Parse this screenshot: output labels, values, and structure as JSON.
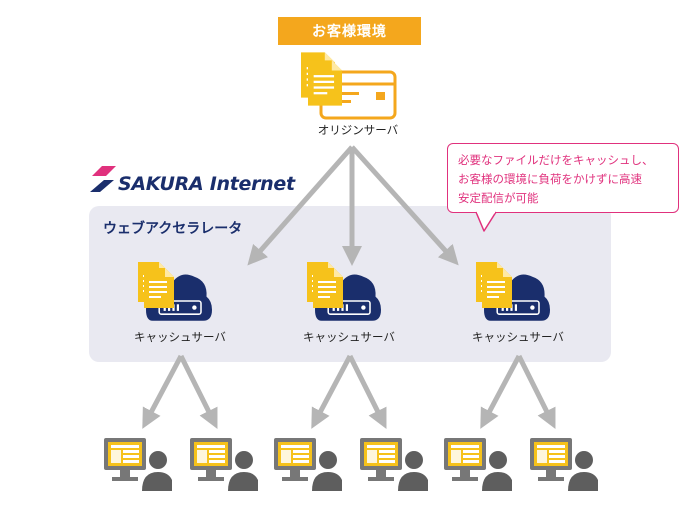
{
  "environment_label": "お客様環境",
  "origin_server_label": "オリジンサーバ",
  "logo": {
    "text": "SAKURA Internet"
  },
  "web_accelerator_label": "ウェブアクセラレータ",
  "cache_servers": [
    {
      "label": "キャッシュサーバ"
    },
    {
      "label": "キャッシュサーバ"
    },
    {
      "label": "キャッシュサーバ"
    }
  ],
  "callout": {
    "lines": [
      "必要なファイルだけをキャッシュし、",
      "お客様の環境に負荷をかけずに高速",
      "安定配信が可能"
    ]
  },
  "colors": {
    "accent_orange": "#f4a71d",
    "navy": "#1a2e6c",
    "document_yellow": "#f6c21b",
    "callout_pink": "#e0317d",
    "arrow_gray": "#b5b5b5",
    "panel_gray": "#e9e9f1"
  }
}
